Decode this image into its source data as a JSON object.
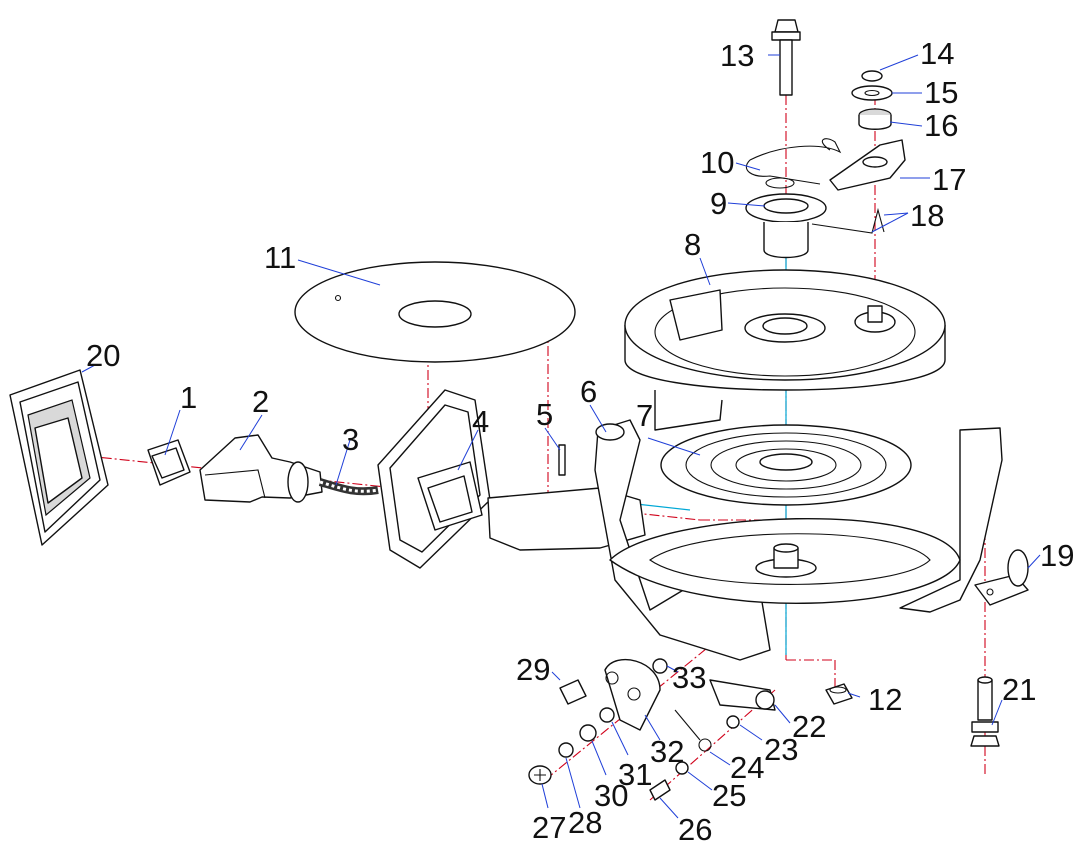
{
  "callouts": [
    "1",
    "2",
    "3",
    "4",
    "5",
    "6",
    "7",
    "8",
    "9",
    "10",
    "11",
    "12",
    "13",
    "14",
    "15",
    "16",
    "17",
    "18",
    "19",
    "20",
    "21",
    "22",
    "23",
    "24",
    "25",
    "26",
    "27",
    "28",
    "29",
    "30",
    "31",
    "32",
    "33"
  ],
  "colors": {
    "axis": "#d0021b",
    "axis_alt": "#00a8d6",
    "leader": "#1f3fd8",
    "line": "#111111"
  }
}
